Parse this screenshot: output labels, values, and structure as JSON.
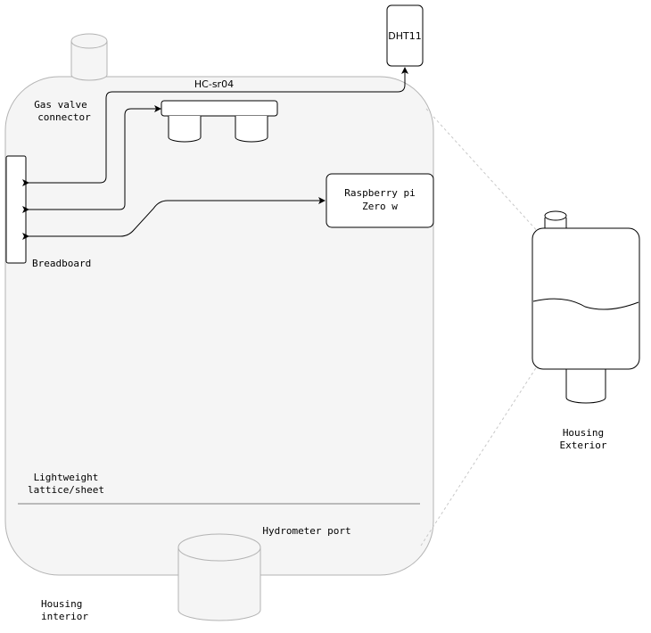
{
  "labels": {
    "gas_valve_line1": "Gas valve",
    "gas_valve_line2": "connector",
    "hc_sr04": "HC-sr04",
    "dht11": "DHT11",
    "raspberry_line1": "Raspberry pi",
    "raspberry_line2": "Zero w",
    "breadboard": "Breadboard",
    "lattice_line1": "Lightweight",
    "lattice_line2": "lattice/sheet",
    "hydrometer": "Hydrometer port",
    "housing_interior_line1": "Housing",
    "housing_interior_line2": "interior",
    "housing_exterior_line1": "Housing",
    "housing_exterior_line2": "Exterior"
  },
  "colors": {
    "housing_fill": "#f5f5f5",
    "housing_stroke": "#b3b3b3",
    "line": "#000000",
    "dashed": "#c8c8c8"
  }
}
